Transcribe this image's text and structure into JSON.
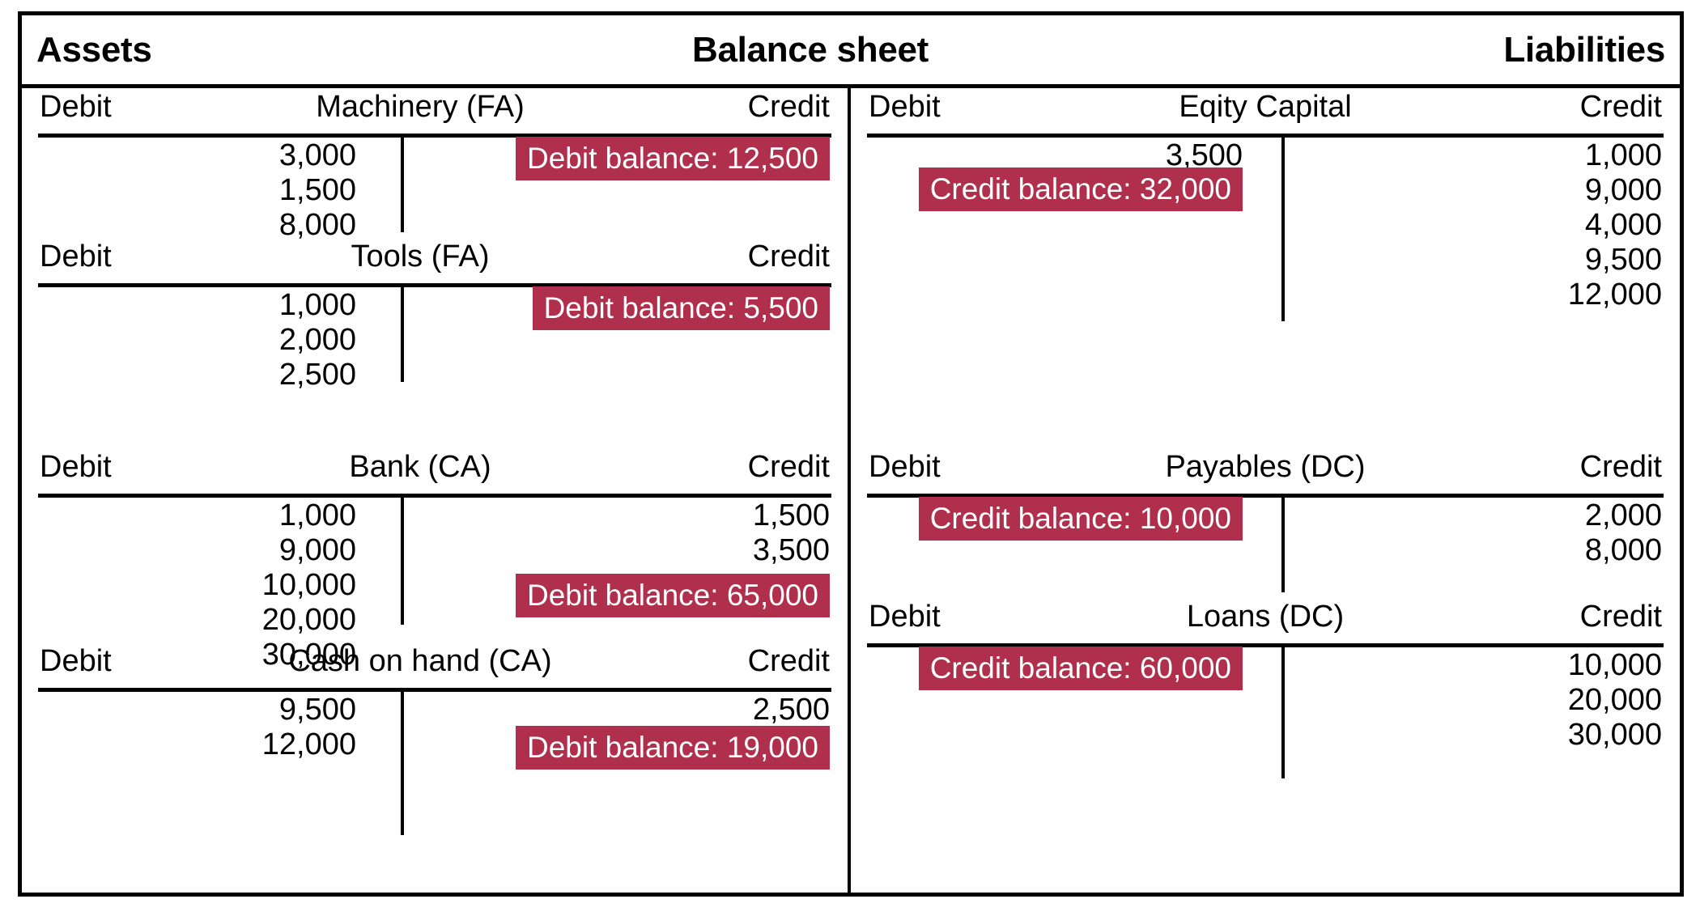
{
  "header": {
    "left_label": "Assets",
    "center_label": "Balance sheet",
    "right_label": "Liabilities"
  },
  "column_headers": {
    "debit": "Debit",
    "credit": "Credit"
  },
  "colors": {
    "badge_background": "#b02f4c",
    "badge_text": "#ffffff",
    "frame": "#000000",
    "page_background": "#ffffff"
  },
  "chart_data": {
    "type": "table",
    "title": "Balance sheet",
    "accounts": [
      {
        "name": "Machinery (FA)",
        "side": "Assets",
        "debit_entries": [
          "3,000",
          "1,500",
          "8,000"
        ],
        "credit_entries": [],
        "balance_label": "Debit balance: 12,500",
        "balance_type": "debit",
        "balance_value": 12500
      },
      {
        "name": "Tools (FA)",
        "side": "Assets",
        "debit_entries": [
          "1,000",
          "2,000",
          "2,500"
        ],
        "credit_entries": [],
        "balance_label": "Debit balance: 5,500",
        "balance_type": "debit",
        "balance_value": 5500
      },
      {
        "name": "Bank (CA)",
        "side": "Assets",
        "debit_entries": [
          "1,000",
          "9,000",
          "10,000",
          "20,000",
          "30,000"
        ],
        "credit_entries": [
          "1,500",
          "3,500"
        ],
        "balance_label": "Debit balance: 65,000",
        "balance_type": "debit",
        "balance_value": 65000
      },
      {
        "name": "Cash on hand (CA)",
        "side": "Assets",
        "debit_entries": [
          "9,500",
          "12,000"
        ],
        "credit_entries": [
          "2,500"
        ],
        "balance_label": "Debit balance: 19,000",
        "balance_type": "debit",
        "balance_value": 19000
      },
      {
        "name": "Eqity Capital",
        "side": "Liabilities",
        "debit_entries": [
          "3,500"
        ],
        "credit_entries": [
          "1,000",
          "9,000",
          "4,000",
          "9,500",
          "12,000"
        ],
        "balance_label": "Credit balance: 32,000",
        "balance_type": "credit",
        "balance_value": 32000
      },
      {
        "name": "Payables (DC)",
        "side": "Liabilities",
        "debit_entries": [],
        "credit_entries": [
          "2,000",
          "8,000"
        ],
        "balance_label": "Credit balance: 10,000",
        "balance_type": "credit",
        "balance_value": 10000
      },
      {
        "name": "Loans (DC)",
        "side": "Liabilities",
        "debit_entries": [],
        "credit_entries": [
          "10,000",
          "20,000",
          "30,000"
        ],
        "balance_label": "Credit balance: 60,000",
        "balance_type": "credit",
        "balance_value": 60000
      }
    ]
  }
}
